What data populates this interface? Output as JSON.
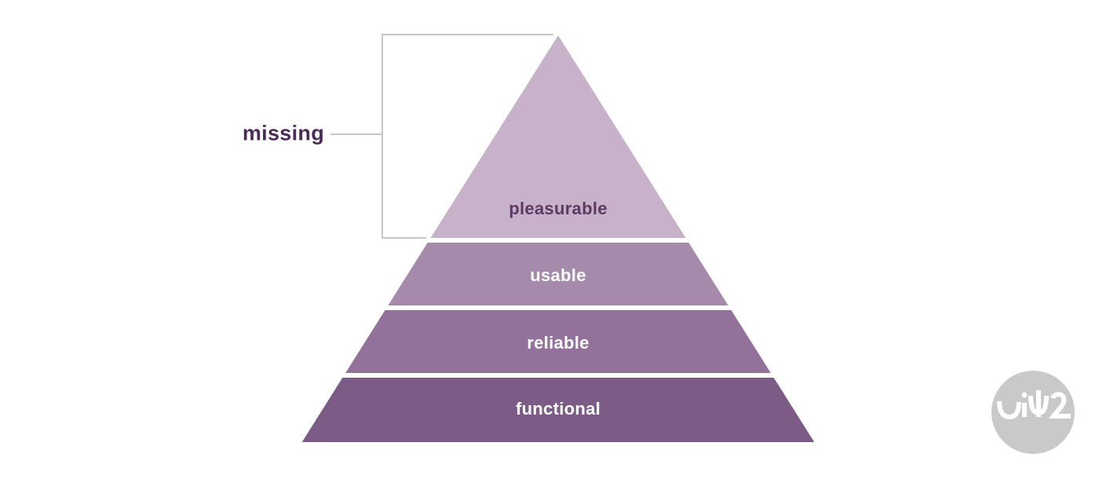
{
  "pyramid": {
    "layers": [
      {
        "label": "pleasurable",
        "fill": "#c7b2ca",
        "text_color": "#5b3a66"
      },
      {
        "label": "usable",
        "fill": "#a68aab",
        "text_color": "#ffffff"
      },
      {
        "label": "reliable",
        "fill": "#92729b",
        "text_color": "#ffffff"
      },
      {
        "label": "functional",
        "fill": "#7d5b87",
        "text_color": "#ffffff"
      }
    ]
  },
  "callout": {
    "label": "missing",
    "text_color": "#4c2a58",
    "line_color": "#c6c6c6"
  },
  "watermark": {
    "icon": "logo-badge-icon",
    "circle_color": "#c9c9c9",
    "glyph_color": "#ffffff"
  },
  "canvas": {
    "background": "#ffffff"
  }
}
